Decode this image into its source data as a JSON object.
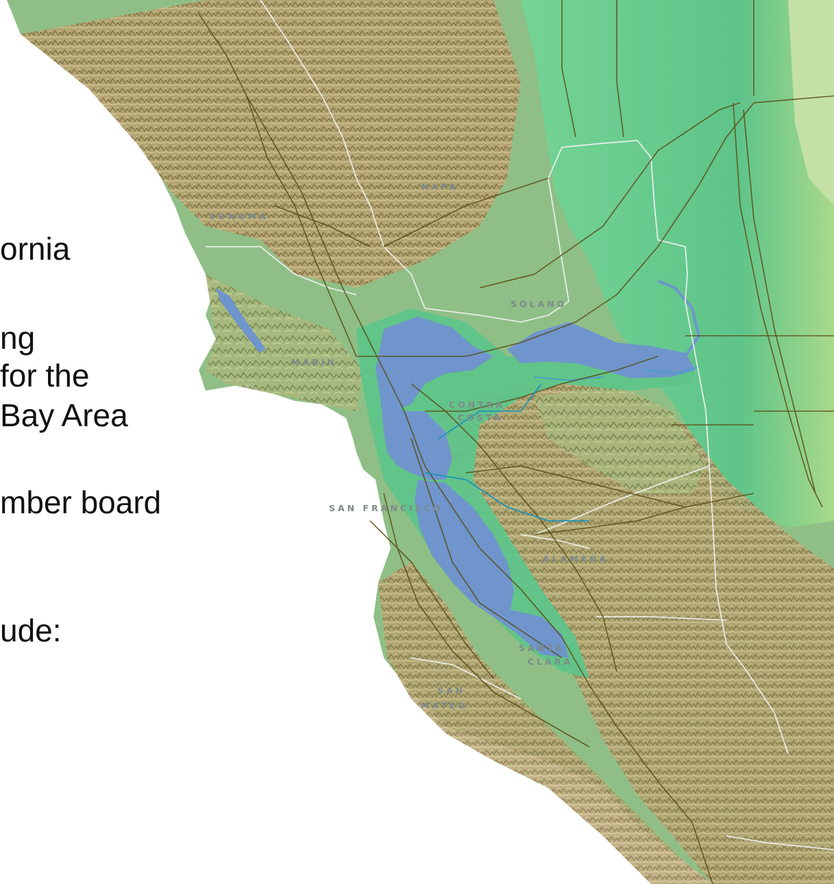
{
  "slide": {
    "lines": [
      "ornia",
      "ng",
      "for the",
      "Bay Area",
      "mber board",
      "ude:"
    ]
  },
  "map": {
    "colors": {
      "water": "#6f95cc",
      "lowland": "#5fc489",
      "valley": "#6fcf8f",
      "hills": "#b9a774",
      "roads": "#5a4a12",
      "boundaries": "#f2f2f2",
      "labels": "#7d8a8a"
    },
    "county_labels": {
      "sonoma": "SONOMA",
      "napa": "NAPA",
      "solano": "SOLANO",
      "marin": "MARIN",
      "contra_costa_1": "CONTRA",
      "contra_costa_2": "COSTA",
      "san_francisco": "SAN FRANCISCO",
      "alameda": "ALAMEDA",
      "santa_clara_1": "SANTA",
      "santa_clara_2": "CLARA",
      "san_mateo_1": "SAN",
      "san_mateo_2": "MATEO"
    }
  }
}
